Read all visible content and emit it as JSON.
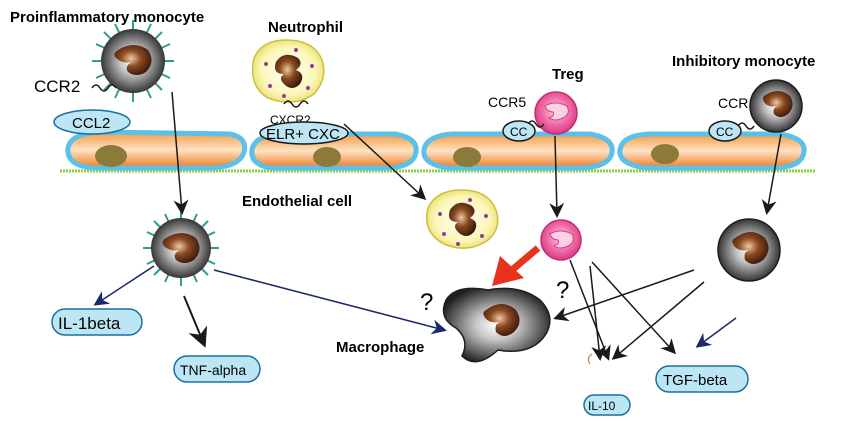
{
  "labels": {
    "proinflammatory_monocyte": "Proinflammatory monocyte",
    "neutrophil": "Neutrophil",
    "treg": "Treg",
    "inhibitory_monocyte": "Inhibitory monocyte",
    "endothelial_cell": "Endothelial cell",
    "macrophage": "Macrophage"
  },
  "receptors": {
    "ccr2": "CCR2",
    "cxcr2": "CXCR2",
    "ccr5": "CCR5",
    "ccr": "CCR"
  },
  "chemokines": {
    "ccl2": "CCL2",
    "elr_cxc": "ELR+ CXC",
    "cc_treg": "CC",
    "cc_inhibitory": "CC"
  },
  "cytokines": {
    "il1beta": "IL-1beta",
    "tnf_alpha": "TNF-alpha",
    "il10": "IL-10",
    "tgf_beta": "TGF-beta"
  },
  "question_marks": {
    "left": "?",
    "right": "?"
  },
  "colors": {
    "endothelium_fill": "#f08a2c",
    "endothelium_border": "#5cc0e8",
    "basement_membrane": "#8ccf3c",
    "nucleus": "#8c7a3a",
    "cytokine_fill": "#bde6f5",
    "cytokine_border": "#1a6fa0",
    "treg_fill": "#ee5c9c",
    "spike": "#2aa08c",
    "monocyte_fill": "#3a3a3a",
    "red_arrow": "#e8321e",
    "navy_arrow": "#1c2a6c"
  }
}
